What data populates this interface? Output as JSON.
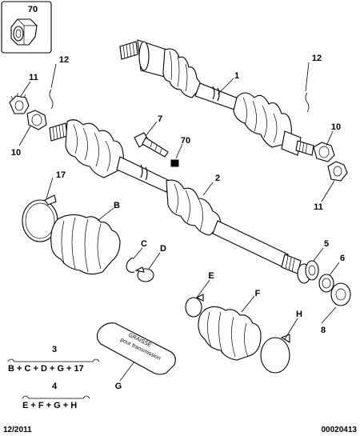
{
  "diagram": {
    "labels": {
      "l70_box": "70",
      "l12_left": "12",
      "l12_right": "12",
      "l1": "1",
      "l11_left": "11",
      "l10_left": "10",
      "l7": "7",
      "l70_mid": "70",
      "l10_right": "10",
      "l11_right": "11",
      "l17": "17",
      "l2": "2",
      "lB": "B",
      "lC": "C",
      "lD": "D",
      "l5": "5",
      "l6": "6",
      "lE": "E",
      "lF": "F",
      "l8": "8",
      "lH": "H",
      "lG": "G"
    },
    "formulas": {
      "num3": "3",
      "eq3": "B + C + D + G + 17",
      "num4": "4",
      "eq4": "E + F + G + H"
    },
    "bag_text": {
      "line1": "GRAISSE",
      "line2": "pour transmission"
    },
    "footer": {
      "date": "12/2011",
      "ref": "00020413"
    }
  }
}
